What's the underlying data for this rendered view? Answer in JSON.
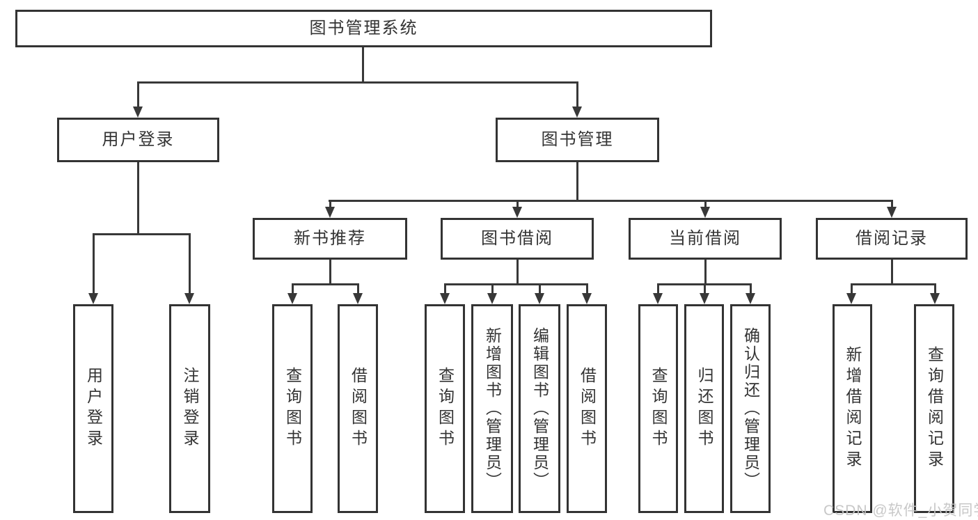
{
  "diagram": {
    "root": {
      "label": "图书管理系统"
    },
    "branches": [
      {
        "label": "用户登录",
        "children": [
          {
            "label": "用户登录"
          },
          {
            "label": "注销登录"
          }
        ]
      },
      {
        "label": "图书管理",
        "children": [
          {
            "label": "新书推荐",
            "children": [
              {
                "label": "查询图书"
              },
              {
                "label": "借阅图书"
              }
            ]
          },
          {
            "label": "图书借阅",
            "children": [
              {
                "label": "查询图书"
              },
              {
                "label": "新增图书（管理员）"
              },
              {
                "label": "编辑图书（管理员）"
              },
              {
                "label": "借阅图书"
              }
            ]
          },
          {
            "label": "当前借阅",
            "children": [
              {
                "label": "查询图书"
              },
              {
                "label": "归还图书"
              },
              {
                "label": "确认归还（管理员）"
              }
            ]
          },
          {
            "label": "借阅记录",
            "children": [
              {
                "label": "新增借阅记录"
              },
              {
                "label": "查询借阅记录"
              }
            ]
          }
        ]
      }
    ]
  },
  "watermark": {
    "text": "CSDN @软件_小贺同学"
  },
  "colors": {
    "line": "#383838",
    "border": "#333333",
    "text": "#333333",
    "background": "#ffffff",
    "watermark": "#c5c5c5"
  }
}
